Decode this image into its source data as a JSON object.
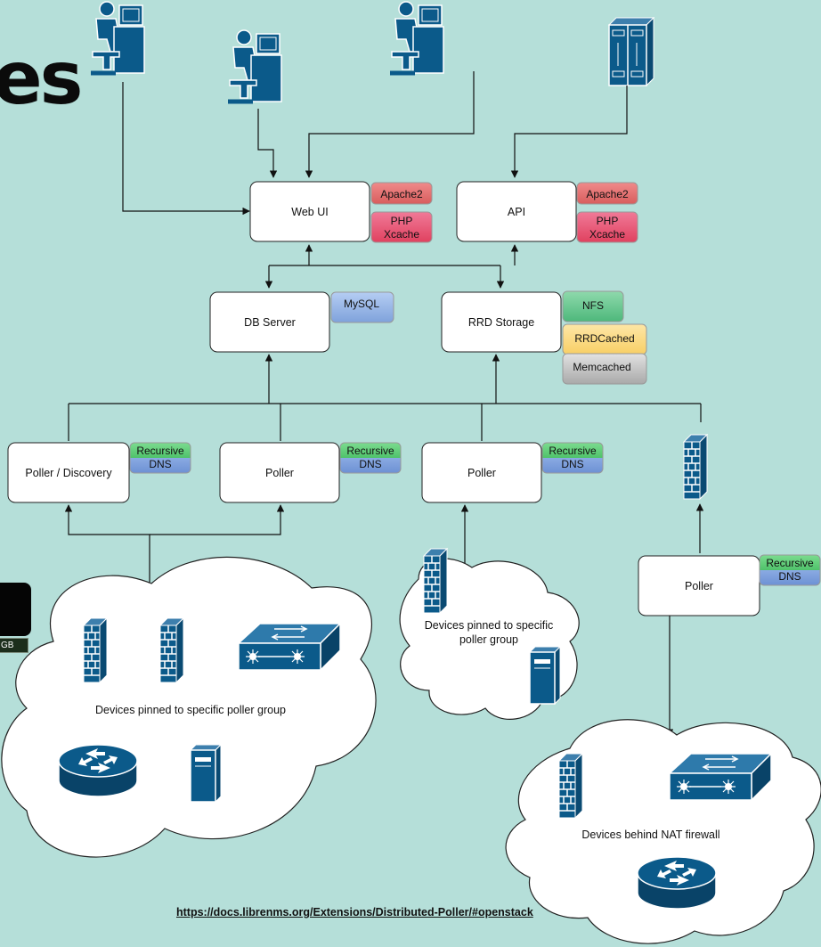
{
  "slide": {
    "heading_fragment": "es",
    "badge": "GB",
    "link": "https://docs.librenms.org/Extensions/Distributed-Poller/#openstack"
  },
  "nodes": {
    "web_ui": "Web UI",
    "api": "API",
    "db_server": "DB Server",
    "rrd_storage": "RRD Storage",
    "poller_discovery": "Poller / Discovery",
    "poller_1": "Poller",
    "poller_2": "Poller",
    "poller_nat": "Poller"
  },
  "tags": {
    "apache2": "Apache2",
    "php": "PHP",
    "xcache": "Xcache",
    "mysql": "MySQL",
    "nfs": "NFS",
    "rrdcached": "RRDCached",
    "memcached": "Memcached",
    "recursive": "Recursive",
    "dns": "DNS"
  },
  "clouds": {
    "left": "Devices pinned to specific poller group",
    "middle_line1": "Devices pinned to specific",
    "middle_line2": "poller group",
    "nat": "Devices behind NAT firewall"
  },
  "colors": {
    "background": "#b5dfd9",
    "icon_blue": "#0b5a8a",
    "apache_red": "#e26c6c",
    "php_pink": "#e74c72",
    "mysql_blue": "#8fb2e6",
    "nfs_green": "#5fc28a",
    "rrdcached_yellow": "#fbd87c",
    "memcached_grey": "#bdbdbd",
    "dns_green": "#52c46f",
    "dns_blue": "#86a7e0"
  }
}
